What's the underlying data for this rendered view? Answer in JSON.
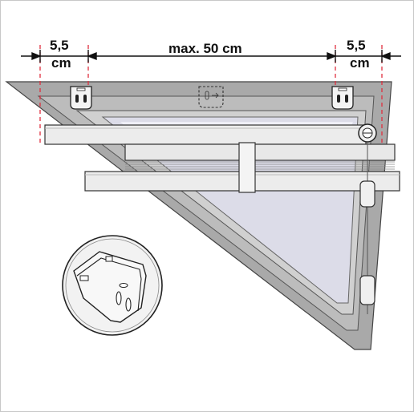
{
  "dimensions": {
    "left_margin_value": "5,5",
    "left_margin_unit": "cm",
    "max_spacing": "max. 50 cm",
    "right_margin_value": "5,5",
    "right_margin_unit": "cm"
  },
  "colors": {
    "window_frame": "#a9a9a9",
    "frame_edge": "#555555",
    "glass": "#d8d8e6",
    "rail": "#e6e6e6",
    "guide_line": "#e03040",
    "dimension_line": "#111111"
  },
  "icons": {
    "bracket": "bracket-icon",
    "optional_bracket": "dashed-bracket-icon",
    "cord_tensioner": "cord-tensioner-icon",
    "detail_view": "bracket-detail-icon"
  }
}
